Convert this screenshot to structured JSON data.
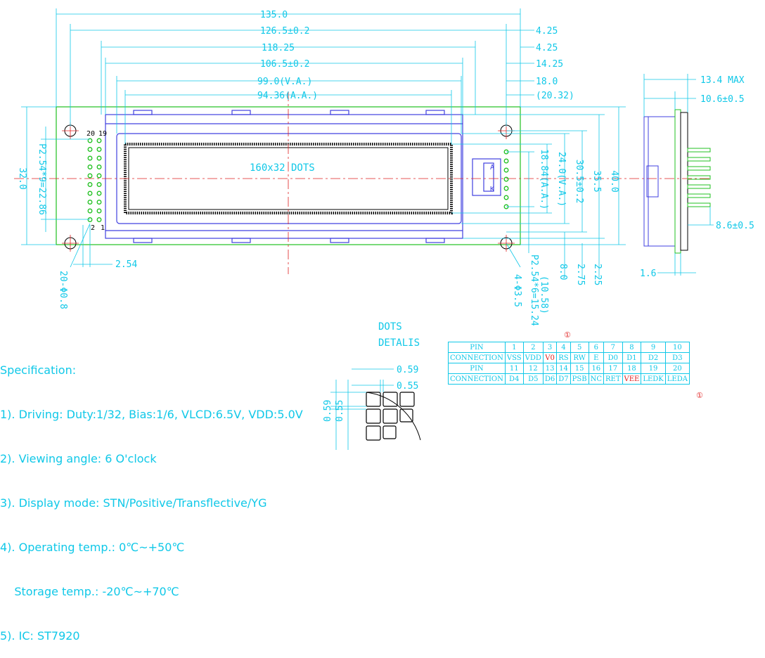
{
  "dims": {
    "d135": "135.0",
    "d126": "126.5±0.2",
    "d118": "118.25",
    "d106": "106.5±0.2",
    "d99": "99.0(V.A.)",
    "d94": "94.36(A.A.)",
    "r1": "4.25",
    "r2": "4.25",
    "r3": "14.25",
    "r4": "18.0",
    "r5": "(20.32)",
    "v32": "32.0",
    "vp254": "P2.54*9=22.86",
    "v1884": "18.84(A.A.)",
    "v24": "24.0(V.A.)",
    "v305": "30.5±0.2",
    "v355": "35.5",
    "v40": "40.0",
    "b254": "2.54",
    "vp254b": "P2.54*6=15.24",
    "v1058": "(10.58)",
    "v8": "8.0",
    "v275": "2.75",
    "v225": "2.25",
    "v20": "20-Φ0.8",
    "v4": "4-Φ3.5",
    "s134": "13.4 MAX",
    "s106": "10.6±0.5",
    "s86": "8.6±0.5",
    "s16": "1.6",
    "dots": "160x32 DOTS",
    "pin20": "20",
    "pin19": "19",
    "pin2": "2",
    "pin1": "1",
    "ledA": "A",
    "ledK": "K",
    "detail1": "DOTS",
    "detail2": "DETALIS",
    "d059": "0.59",
    "d055": "0.55",
    "d059v": "0.59",
    "d055v": "0.55"
  },
  "spec": {
    "title": "Specification:",
    "l1": "1). Driving: Duty:1/32, Bias:1/6, VLCD:6.5V, VDD:5.0V",
    "l2": "2). Viewing angle: 6 O'clock",
    "l3": "3). Display mode: STN/Positive/Transflective/YG",
    "l4": "4). Operating temp.: 0℃~+50℃",
    "l5": "    Storage temp.: -20℃~+70℃",
    "l6": "5). IC: ST7920"
  },
  "pin_table": {
    "pin_label": "PIN",
    "conn_label": "CONNECTION",
    "row1_pins": [
      "1",
      "2",
      "3",
      "4",
      "5",
      "6",
      "7",
      "8",
      "9",
      "10"
    ],
    "row1_conn": [
      "VSS",
      "VDD",
      "V0",
      "RS",
      "RW",
      "E",
      "D0",
      "D1",
      "D2",
      "D3"
    ],
    "row2_pins": [
      "11",
      "12",
      "13",
      "14",
      "15",
      "16",
      "17",
      "18",
      "19",
      "20"
    ],
    "row2_conn": [
      "D4",
      "D5",
      "D6",
      "D7",
      "PSB",
      "NC",
      "RET",
      "VEE",
      "LEDK",
      "LEDA"
    ],
    "mark": "①"
  },
  "colors": {
    "cyan": "#10c8e8",
    "green": "#20c020",
    "blue": "#4040e0",
    "red": "#e02020",
    "black": "#000000"
  }
}
